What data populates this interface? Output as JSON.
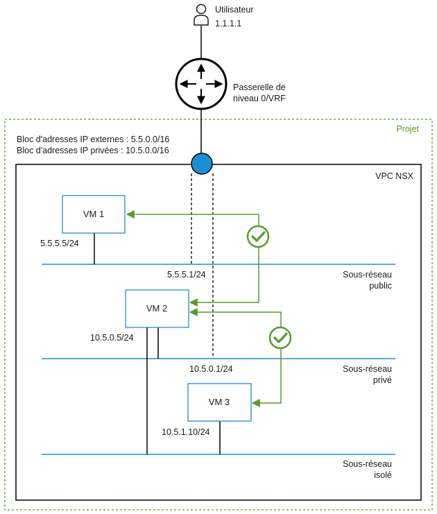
{
  "user": {
    "title": "Utilisateur",
    "ip": "1.1.1.1"
  },
  "gateway": {
    "line1": "Passerelle de",
    "line2": "niveau 0/VRF"
  },
  "project": {
    "label": "Projet",
    "external_block": "Bloc d'adresses IP externes : 5.5.0.0/16",
    "private_block": "Bloc d'adresses IP privées : 10.5.0.0/16"
  },
  "vpc": {
    "label": "VPC NSX"
  },
  "vms": [
    {
      "label": "VM 1",
      "ip": "5.5.5.5/24"
    },
    {
      "label": "VM 2",
      "ip": "10.5.0.5/24"
    },
    {
      "label": "VM 3",
      "ip": "10.5.1.10/24"
    }
  ],
  "subnets": [
    {
      "gateway_ip": "5.5.5.1/24",
      "name_line1": "Sous-réseau",
      "name_line2": "public"
    },
    {
      "gateway_ip": "10.5.0.1/24",
      "name_line1": "Sous-réseau",
      "name_line2": "privé"
    },
    {
      "gateway_ip": "",
      "name_line1": "Sous-réseau",
      "name_line2": "isolé"
    }
  ],
  "colors": {
    "project_border": "#5a9a2a",
    "subnet_line": "#1a8fd4",
    "vm_border": "#1a8fd4",
    "allowed_flow": "#5a9a2a",
    "vpc_gateway": "#1a8fd4"
  },
  "icons": {
    "user": "user-icon",
    "gateway": "router-icon",
    "allowed": "check-circle-icon"
  }
}
